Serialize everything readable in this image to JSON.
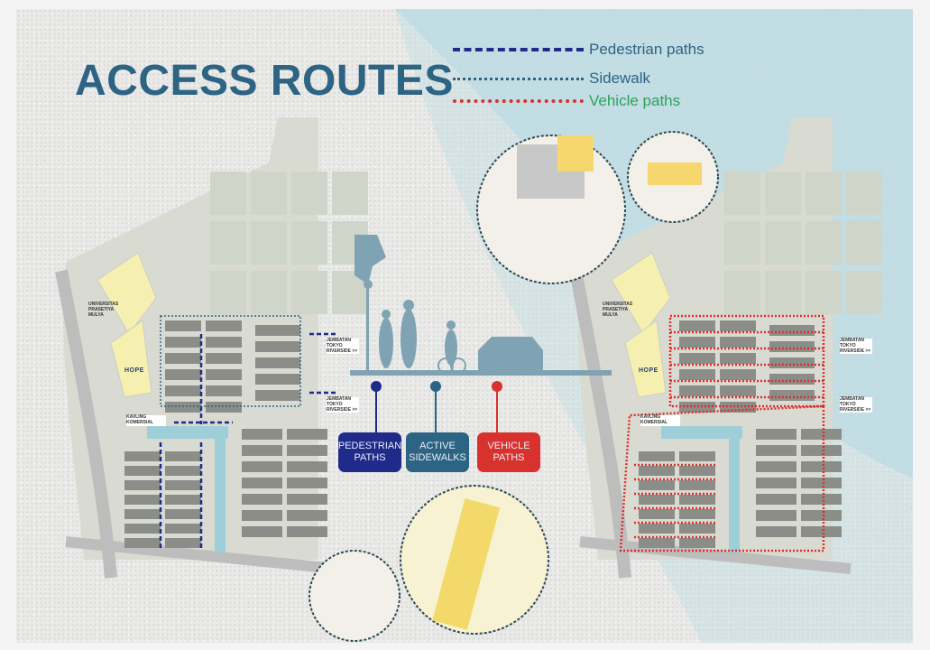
{
  "title": "ACCESS ROUTES",
  "legend": [
    {
      "label": "Pedestrian paths",
      "color": "#1f2a8a",
      "text_color": "#2d6484"
    },
    {
      "label": "Sidewalk",
      "color": "#2d6484",
      "text_color": "#2d6484"
    },
    {
      "label": "Vehicle paths",
      "color": "#d8322e",
      "text_color": "#2aa35a"
    }
  ],
  "categories": [
    {
      "label": "PEDESTRIAN PATHS",
      "color": "#1f2a8a"
    },
    {
      "label": "ACTIVE SIDEWALKS",
      "color": "#2d6484"
    },
    {
      "label": "VEHICLE PATHS",
      "color": "#d8322e"
    }
  ],
  "map_labels": {
    "university": "UNIVERSITAS PRASETIYA MULYA",
    "bridge": "JEMBATAN TOKYO RIVERSIDE >>",
    "commercial": "KAVLING KOMERSIAL",
    "hope": "HOPE"
  },
  "colors": {
    "band": "#bcdbe3",
    "accent": "#2d6484",
    "school": "#f5efb0"
  }
}
